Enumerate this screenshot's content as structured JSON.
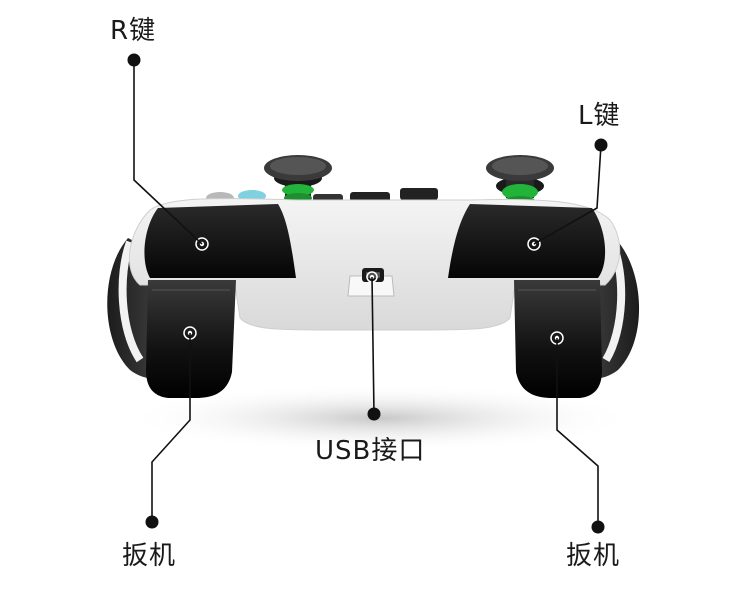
{
  "labels": {
    "r_key": "R键",
    "l_key": "L键",
    "usb_port": "USB接口",
    "trigger_left": "扳机",
    "trigger_right": "扳机"
  }
}
